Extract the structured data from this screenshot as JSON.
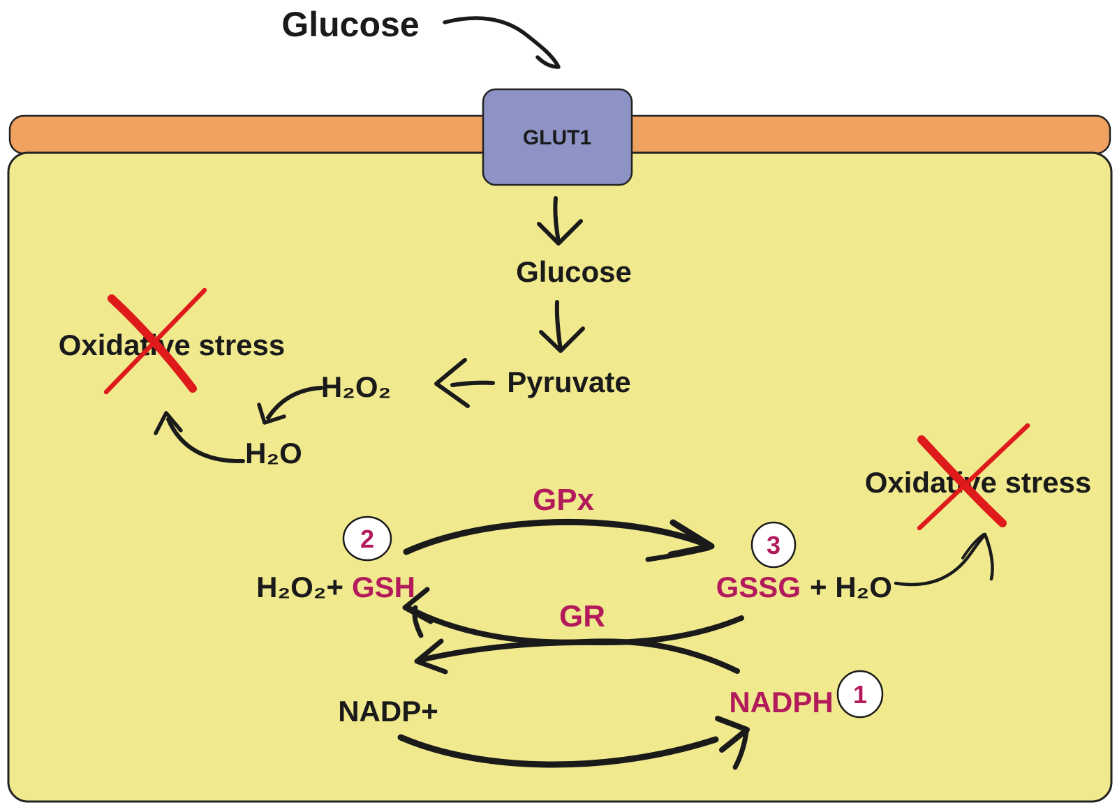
{
  "colors": {
    "background": "#FFFFFF",
    "membrane": "#F0A261",
    "cytoplasm": "#F0E98E",
    "transporter_fill": "#8D94C5",
    "magenta": "#B21A5B",
    "cross_red": "#DE1A1A",
    "ink": "#1A1A1A"
  },
  "extracellular": {
    "glucose_label": "Glucose"
  },
  "membrane": {
    "transporter_label": "GLUT1"
  },
  "cytoplasm": {
    "glucose_label": "Glucose",
    "pyruvate_label": "Pyruvate",
    "h2o2_label": "H₂O₂",
    "h2o_label": "H₂O",
    "oxidative_stress_left_label": "Oxidative stress",
    "oxidative_stress_right_label": "Oxidative stress",
    "gpx_enzyme_label": "GPx",
    "gr_enzyme_label": "GR",
    "reaction_left_substrates": "H₂O₂+",
    "reaction_left_gsh": "GSH",
    "reaction_right_gssg": "GSSG",
    "reaction_right_water": "+ H₂O",
    "nadp_label": "NADP+",
    "nadph_label": "NADPH",
    "step_circle_1": "1",
    "step_circle_2": "2",
    "step_circle_3": "3"
  }
}
